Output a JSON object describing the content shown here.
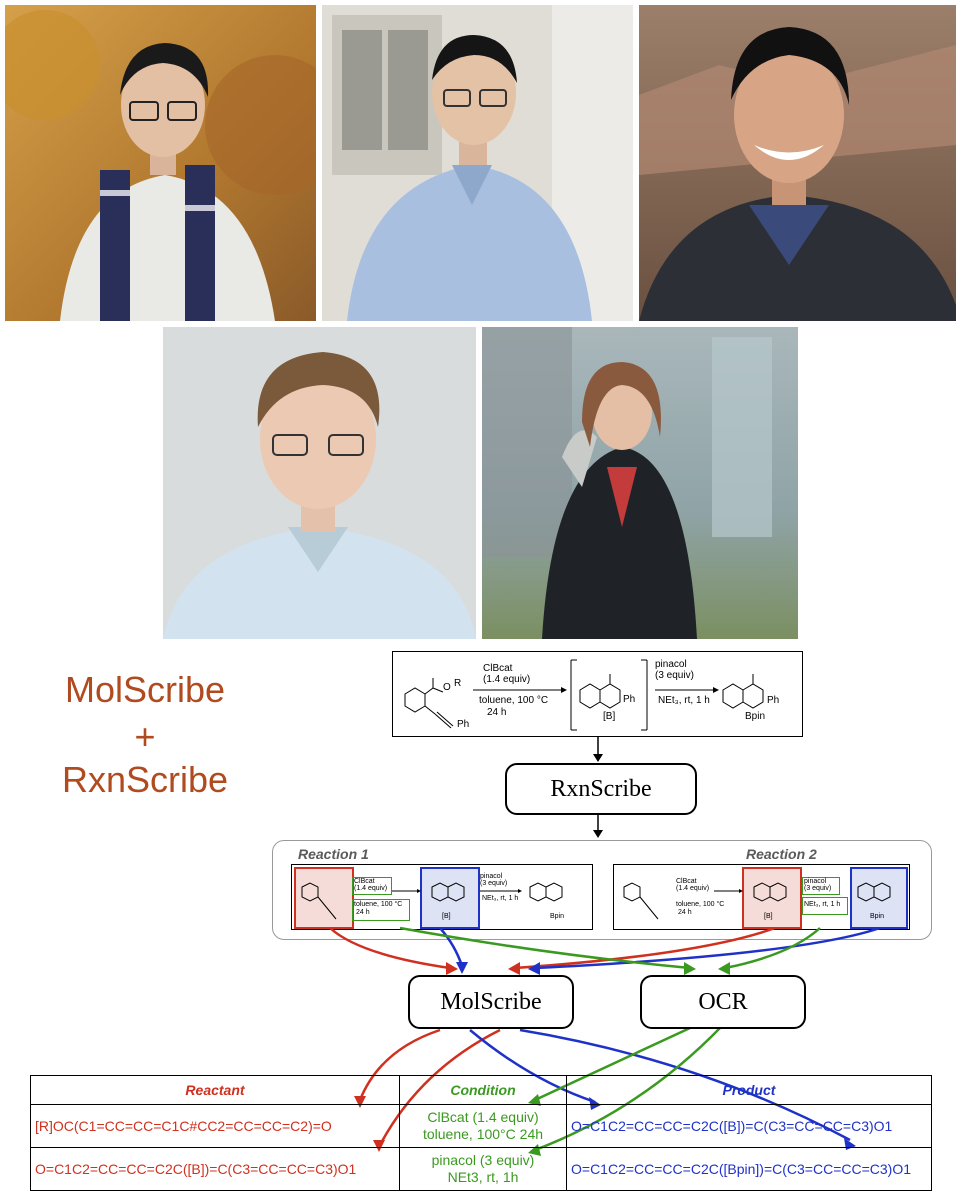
{
  "photos": [
    {
      "name": "photo-person-1",
      "palette": {
        "bg": "#c48a3a",
        "bg2": "#8a6a3a",
        "shirt": "#e8e8e6",
        "accent": "#2a2f5a"
      }
    },
    {
      "name": "photo-person-2",
      "palette": {
        "bg": "#d9d6cf",
        "bg2": "#b9b6af",
        "shirt": "#a9c0e0",
        "accent": "#7f95b8"
      }
    },
    {
      "name": "photo-person-3",
      "palette": {
        "bg": "#8a6a56",
        "bg2": "#5e4a3e",
        "shirt": "#2e3238",
        "accent": "#3a4a7a"
      }
    },
    {
      "name": "photo-person-4",
      "palette": {
        "bg": "#d9dcdc",
        "bg2": "#c5c9c8",
        "shirt": "#cfe0ec",
        "accent": "#b8ccd8"
      }
    },
    {
      "name": "photo-person-5",
      "palette": {
        "bg": "#8aa0a8",
        "bg2": "#6f8a6a",
        "shirt": "#1e2226",
        "accent": "#c33b3b"
      }
    }
  ],
  "brand": {
    "line1": "MolScribe",
    "line2": "+",
    "line3": "RxnScribe"
  },
  "scheme": {
    "reagent1": "ClBcat",
    "reagent1_amt": "(1.4 equiv)",
    "cond1": "toluene, 100 °C",
    "time1": "24 h",
    "reagent2": "pinacol",
    "reagent2_amt": "(3 equiv)",
    "cond2": "NEt₃, rt, 1 h",
    "sub_R": "R",
    "sub_O": "O",
    "ph": "Ph",
    "boron": "[B]",
    "bpin": "Bpin"
  },
  "nodes": {
    "rxnscribe": "RxnScribe",
    "molscribe": "MolScribe",
    "ocr": "OCR"
  },
  "reactions": {
    "label1": "Reaction 1",
    "label2": "Reaction 2"
  },
  "table": {
    "headers": {
      "reactant": "Reactant",
      "condition": "Condition",
      "product": "Product"
    },
    "rows": [
      {
        "reactant": "[R]OC(C1=CC=CC=C1C#CC2=CC=CC=C2)=O",
        "condition_line1": "ClBcat (1.4 equiv)",
        "condition_line2": "toluene, 100°C  24h",
        "product": "O=C1C2=CC=CC=C2C([B])=C(C3=CC=CC=C3)O1"
      },
      {
        "reactant": "O=C1C2=CC=CC=C2C([B])=C(C3=CC=CC=C3)O1",
        "condition_line1": "pinacol (3 equiv)",
        "condition_line2": "NEt3, rt, 1h",
        "product": "O=C1C2=CC=CC=C2C([Bpin])=C(C3=CC=CC=C3)O1"
      }
    ]
  },
  "colors": {
    "reactant": "#d0301f",
    "condition": "#3a9a1f",
    "product": "#1f32c8",
    "brand": "#b04a1f"
  }
}
